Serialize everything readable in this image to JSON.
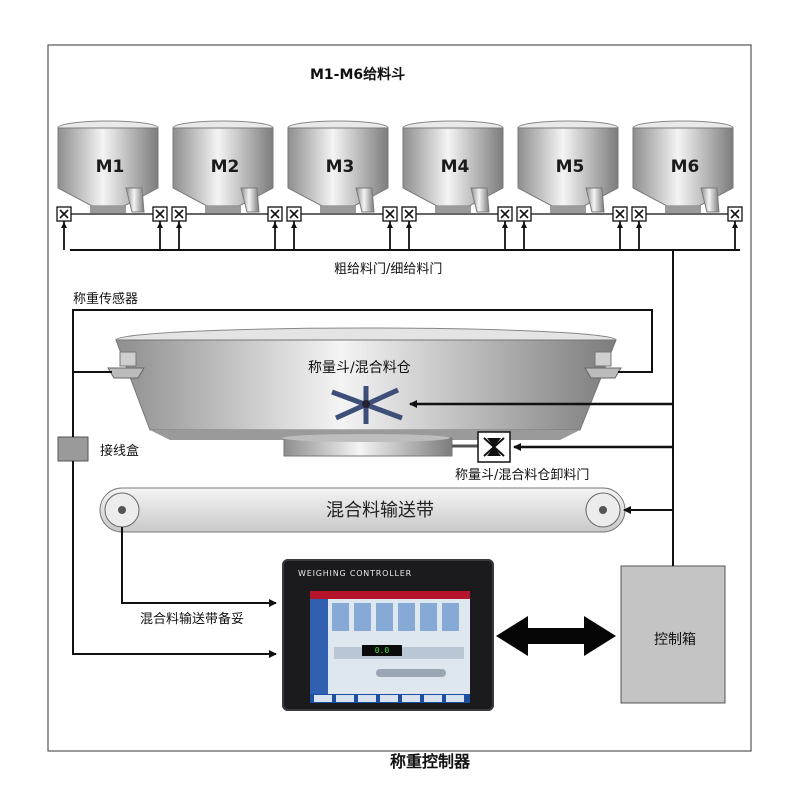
{
  "title": "M1-M6给料斗",
  "hoppers": [
    "M1",
    "M2",
    "M3",
    "M4",
    "M5",
    "M6"
  ],
  "labels": {
    "feed_gates": "粗给料门/细给料门",
    "weight_sensor": "称重传感器",
    "weigh_bin": "称量斗/混合料仓",
    "junction_box": "接线盒",
    "discharge_gate": "称量斗/混合料仓卸料门",
    "conveyor": "混合料输送带",
    "conveyor_ready": "混合料输送带备妥",
    "control_box": "控制箱",
    "controller": "称重控制器"
  },
  "controller_screen": {
    "brand": "WEIGHING CONTROLLER",
    "display_value": "0.0"
  },
  "colors": {
    "line": "#111111",
    "steel_light": "#f2f2f2",
    "steel_dark": "#8a8a8a",
    "box_fill": "#bdbdbd",
    "screen_red": "#b5142a",
    "screen_blue": "#2f5fae"
  }
}
